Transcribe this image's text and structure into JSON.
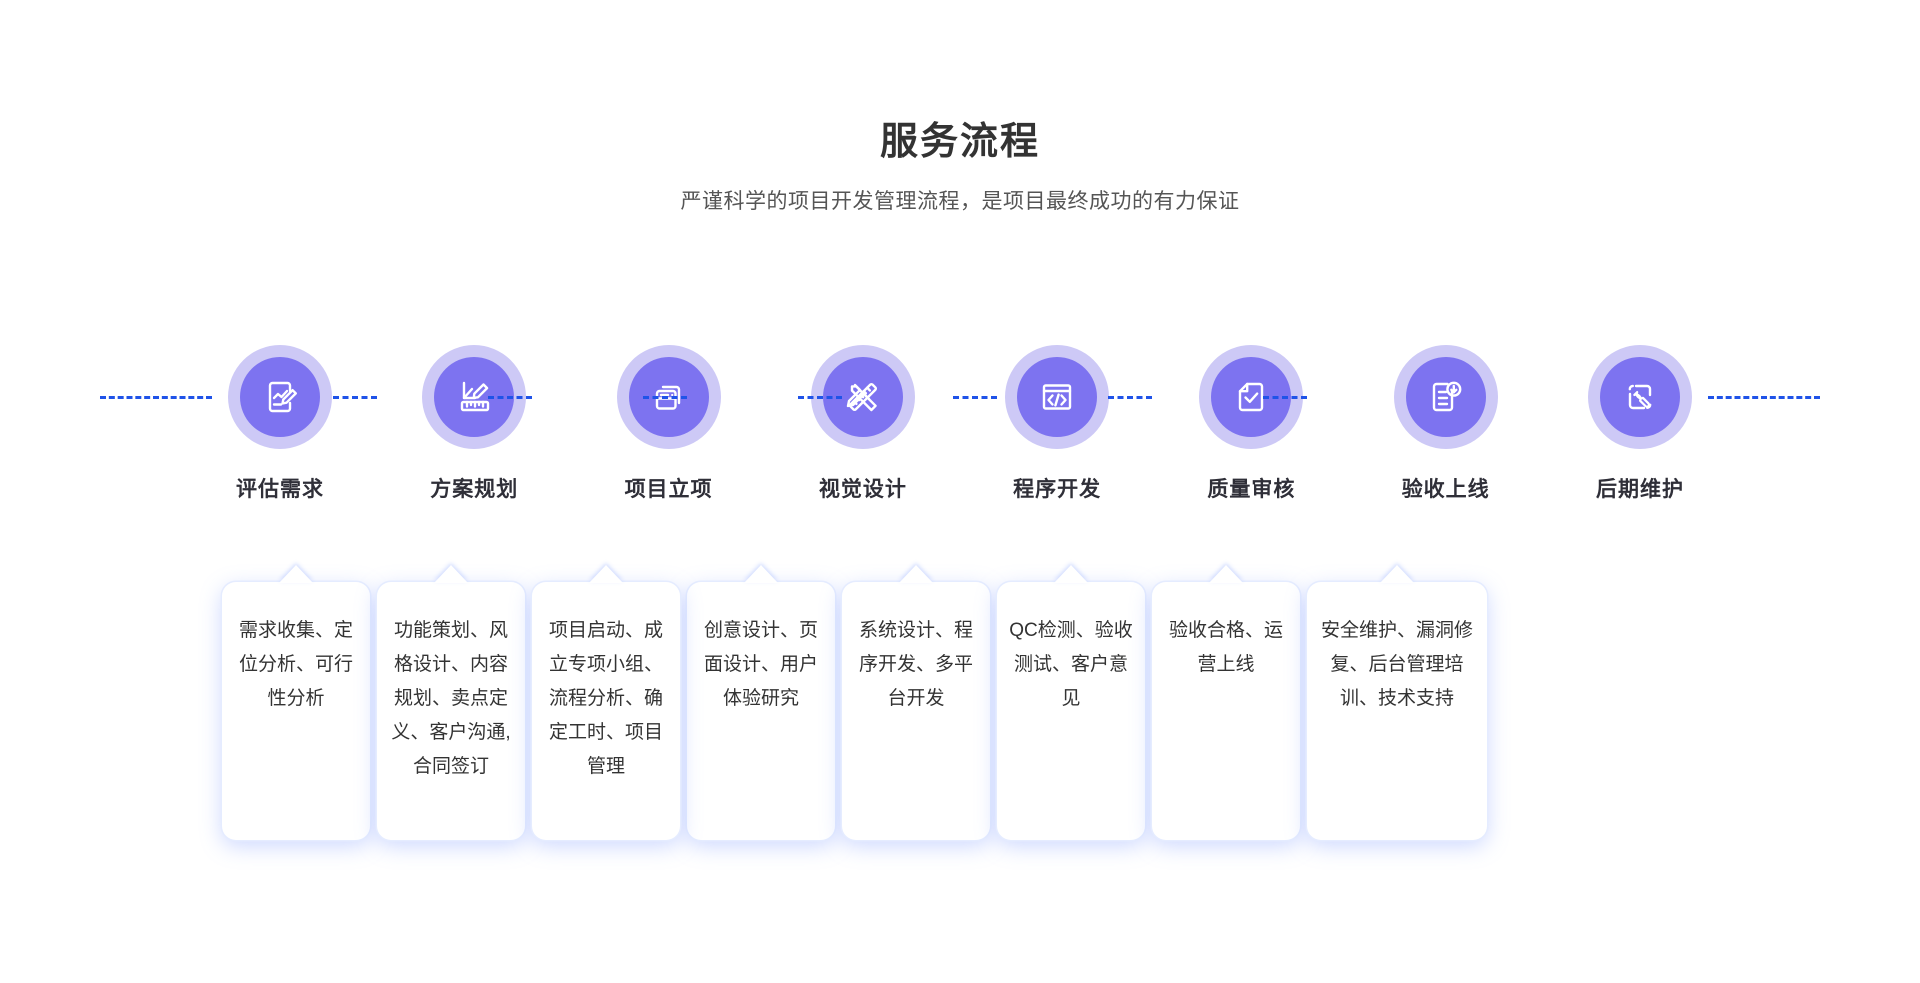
{
  "header": {
    "title": "服务流程",
    "subtitle": "严谨科学的项目开发管理流程，是项目最终成功的有力保证"
  },
  "colors": {
    "disc": "#7d73f0",
    "ring": "#cdc9f6",
    "dash": "#1f53e8",
    "title": "#333333",
    "card_text": "#333333",
    "card_bg": "#ffffff",
    "page_bg": "#ffffff"
  },
  "steps": [
    {
      "label": "评估需求",
      "icon": "document-chart-pencil-icon",
      "detail": "需求收集、定位分析、可行性分析"
    },
    {
      "label": "方案规划",
      "icon": "ruler-pencil-chart-icon",
      "detail": "功能策划、风格设计、内容规划、卖点定义、客户沟通,合同签订"
    },
    {
      "label": "项目立项",
      "icon": "window-stack-icon",
      "detail": "项目启动、成立专项小组、流程分析、确定工时、项目管理"
    },
    {
      "label": "视觉设计",
      "icon": "pencil-ruler-cross-icon",
      "detail": "创意设计、页面设计、用户体验研究"
    },
    {
      "label": "程序开发",
      "icon": "code-browser-icon",
      "detail": "系统设计、程序开发、多平台开发"
    },
    {
      "label": "质量审核",
      "icon": "document-check-icon",
      "detail": "QC检测、验收测试、客户意见"
    },
    {
      "label": "验收上线",
      "icon": "document-download-icon",
      "detail": "验收合格、运营上线"
    },
    {
      "label": "后期维护",
      "icon": "screen-wrench-icon",
      "detail": "安全维护、漏洞修复、后台管理培训、技术支持"
    }
  ],
  "connectors": {
    "left_rail": "dashed-line",
    "right_rail": "dashed-line",
    "between_count": 7
  }
}
